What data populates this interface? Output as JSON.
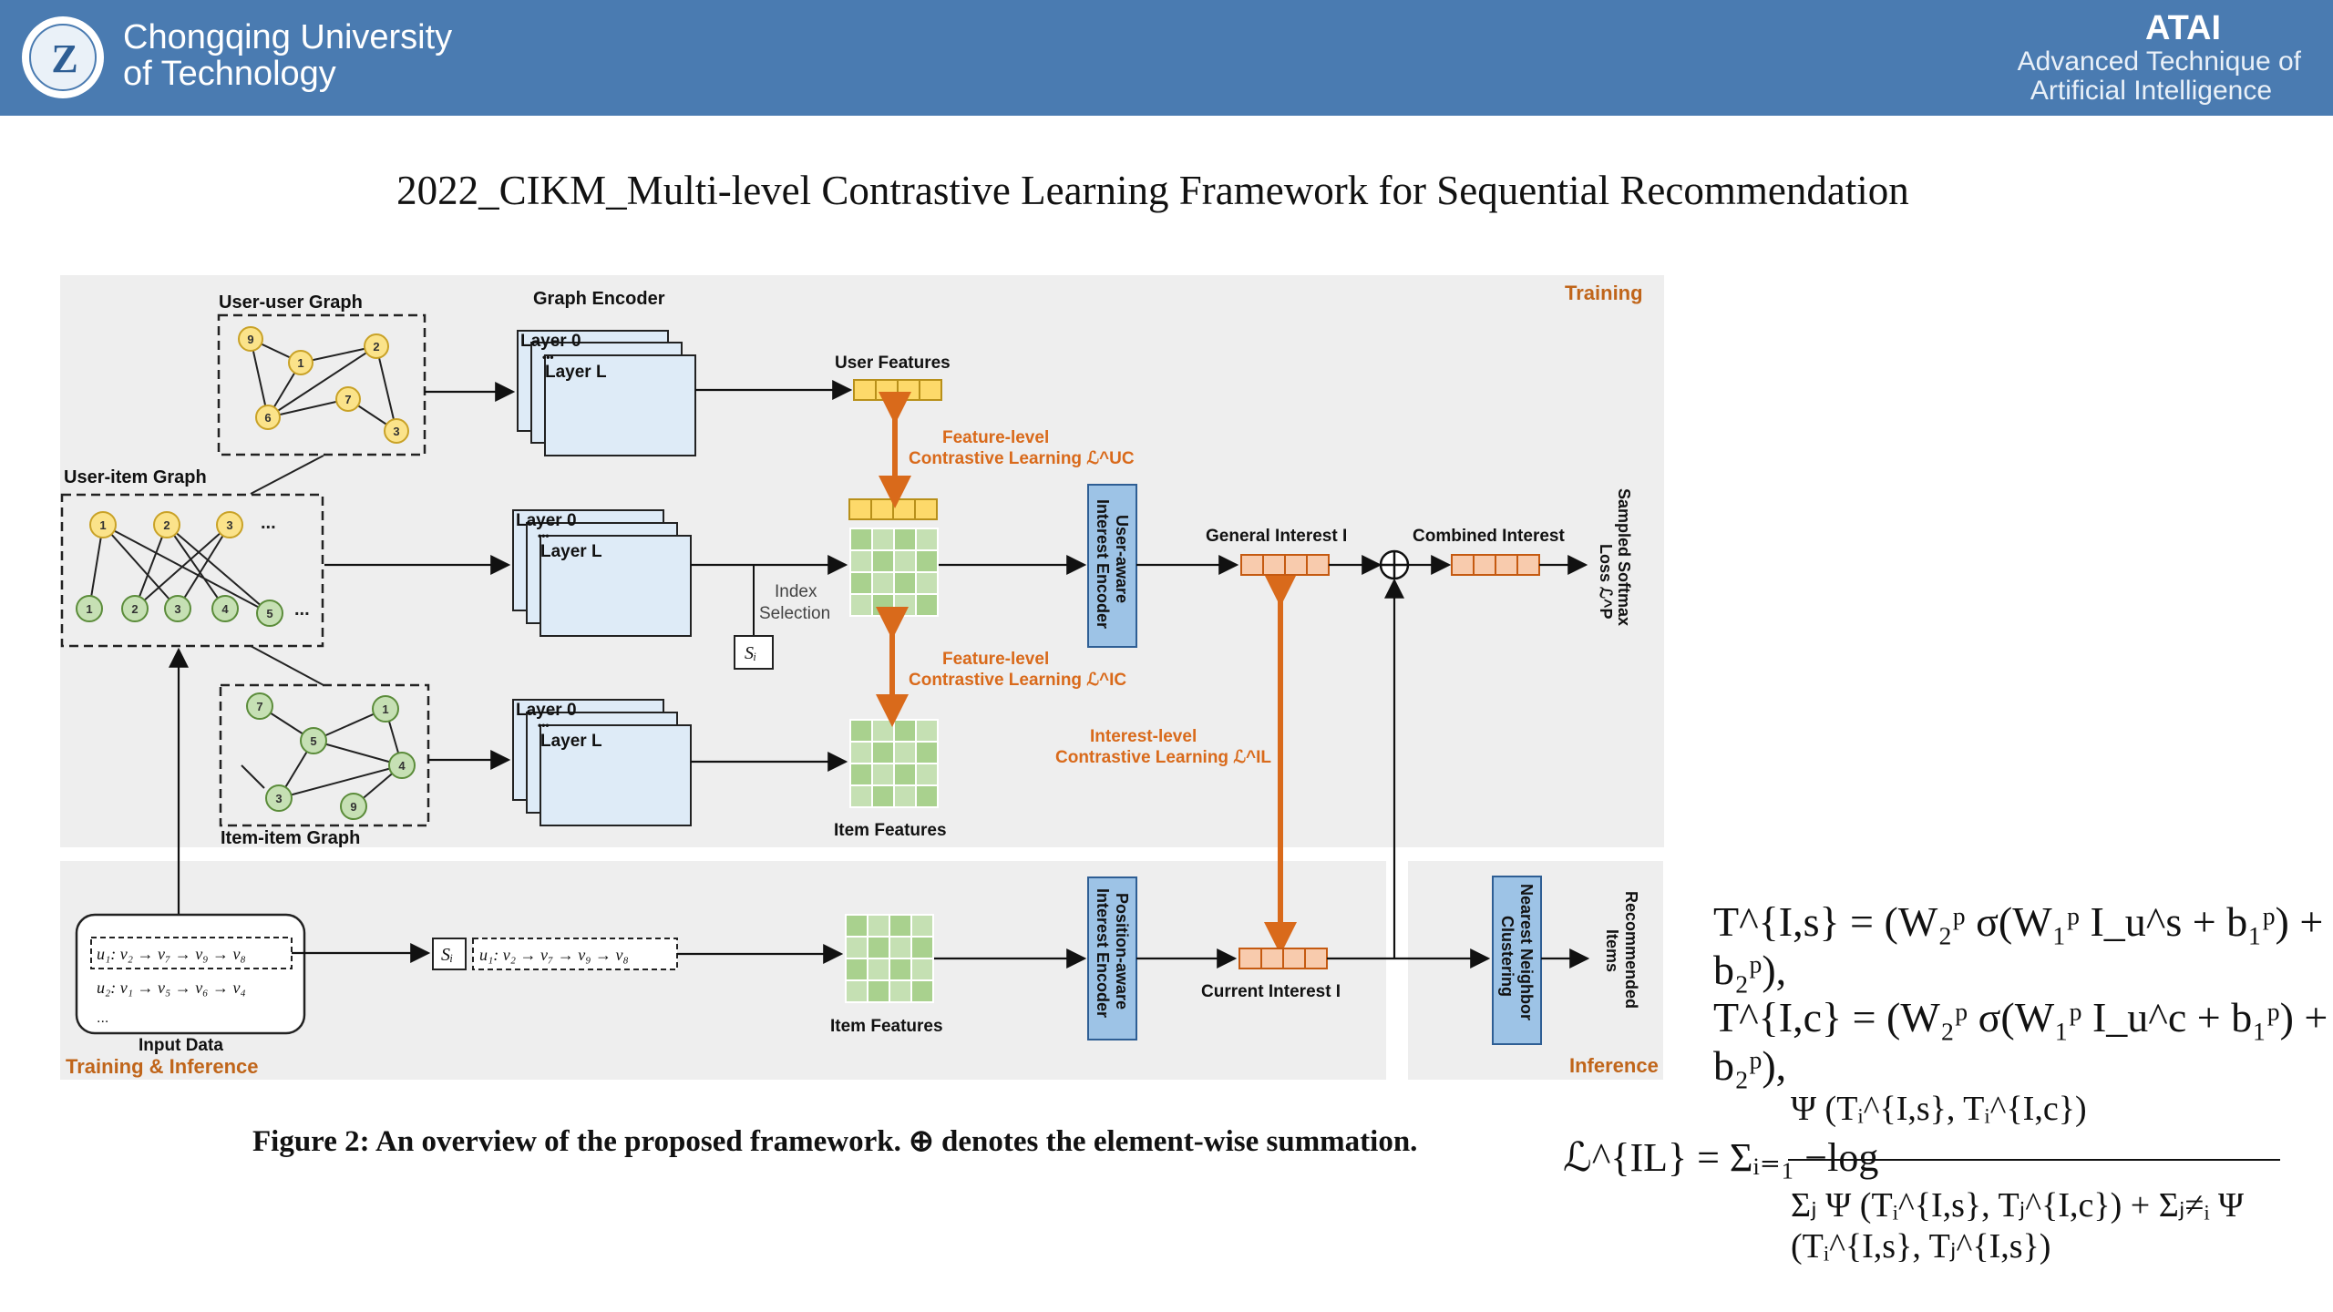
{
  "header": {
    "university_line1": "Chongqing University",
    "university_line2": "of Technology",
    "lab_name": "ATAI",
    "lab_desc_line1": "Advanced Technique of",
    "lab_desc_line2": "Artificial  Intelligence"
  },
  "title": "2022_CIKM_Multi-level Contrastive Learning Framework for Sequential Recommendation",
  "diagram": {
    "training_label": "Training",
    "inference_label": "Inference",
    "training_inference_label": "Training & Inference",
    "user_user_graph": "User-user Graph",
    "user_item_graph": "User-item Graph",
    "item_item_graph": "Item-item Graph",
    "graph_encoder": "Graph Encoder",
    "layer_0": "Layer 0",
    "layer_L": "Layer L",
    "dots": "•••",
    "ellipsis": "...",
    "user_features": "User Features",
    "item_features": "Item Features",
    "item_features_bottom": "Item Features",
    "feature_level_1": "Feature-level",
    "contrastive_uc": "Contrastive Learning ℒ^UC",
    "feature_level_2": "Feature-level",
    "contrastive_ic": "Contrastive Learning ℒ^IC",
    "interest_level": "Interest-level",
    "contrastive_il": "Contrastive Learning ℒ^IL",
    "index_selection_1": "Index",
    "index_selection_2": "Selection",
    "s_i": "Sᵢ",
    "user_aware_1": "User-aware",
    "user_aware_2": "Interest Encoder",
    "position_aware_1": "Position-aware",
    "position_aware_2": "Interest Encoder",
    "general_interest": "General Interest I",
    "combined_interest": "Combined Interest",
    "current_interest": "Current Interest I",
    "sampled_softmax_1": "Sampled Softmax",
    "sampled_softmax_2": "Loss ℒ^P",
    "nearest_neighbor_1": "Nearest Neighbor",
    "nearest_neighbor_2": "Clustering",
    "recommended_1": "Recommended",
    "recommended_2": "Items",
    "input_data": "Input Data",
    "seq_u1": "u₁: v₂ → v₇ → v₉ → v₈",
    "seq_u2": "u₂: v₁ → v₅ → v₆ → v₄",
    "seq_dash": "...",
    "seq_si": "u₁: v₂ → v₇ → v₉ → v₈",
    "user_nodes_top": [
      "9",
      "1",
      "2",
      "7",
      "6",
      "3"
    ],
    "user_nodes_ui": [
      "1",
      "2",
      "3"
    ],
    "item_nodes_ui": [
      "1",
      "2",
      "3",
      "4",
      "5"
    ],
    "item_nodes_ii": [
      "7",
      "1",
      "5",
      "4",
      "3",
      "9"
    ]
  },
  "caption": "Figure 2: An overview of the proposed framework. ⊕ denotes the element-wise summation.",
  "equations": {
    "eq1": "T^{I,s} = (W₂ᵖ σ(W₁ᵖ I_u^s + b₁ᵖ) + b₂ᵖ),",
    "eq2": "T^{I,c} = (W₂ᵖ σ(W₁ᵖ I_u^c + b₁ᵖ) + b₂ᵖ),",
    "eq3_lhs": "ℒ^{IL} = Σᵢ₌₁ −log",
    "eq3_num": "Ψ (Tᵢ^{I,s}, Tᵢ^{I,c})",
    "eq3_den": "Σⱼ Ψ (Tᵢ^{I,s}, Tⱼ^{I,c}) + Σⱼ≠ᵢ Ψ (Tᵢ^{I,s}, Tⱼ^{I,s})"
  },
  "colors": {
    "header_bg": "#4a7bb1",
    "panel_bg": "#eeeeee",
    "orange": "#d96a1b",
    "encoder_blue": "#9dc3e6",
    "yellow_node": "#fbe38a",
    "green_node": "#c6e0b4",
    "layer_fill": "#deebf7"
  }
}
